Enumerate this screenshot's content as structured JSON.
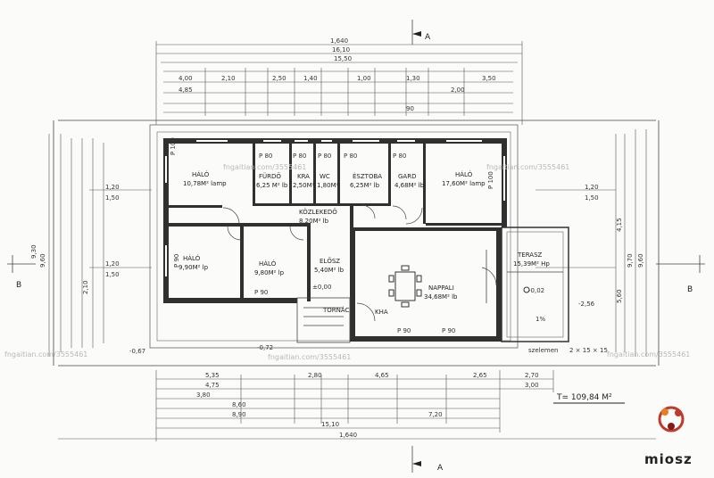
{
  "section_marks": {
    "a_top": "A",
    "a_bottom": "A",
    "b_left": "B",
    "b_right": "B"
  },
  "rooms": [
    {
      "name": "HÁLÓ",
      "area": "10,78M² lamp"
    },
    {
      "name": "HÁLÓ",
      "area": "9,90M² lp"
    },
    {
      "name": "HÁLÓ",
      "area": "9,80M² lp"
    },
    {
      "name": "FÜRDŐ",
      "area": "6,25 M² lb"
    },
    {
      "name": "KRA",
      "area": "2,50M²"
    },
    {
      "name": "WC",
      "area": "1,80M²"
    },
    {
      "name": "ÉSZTOBA",
      "area": "6,25M² lb"
    },
    {
      "name": "GARD",
      "area": "4,68M² lb"
    },
    {
      "name": "HÁLÓ",
      "area": "17,60M² lamp"
    },
    {
      "name": "KÖZLEKEDŐ",
      "area": "8,20M² lb"
    },
    {
      "name": "ELŐSZ",
      "area": "5,40M² lb"
    },
    {
      "name": "NAPPALI",
      "area": "34,68M² lb"
    },
    {
      "name": "TERASZ",
      "area": "15,39M² Hp"
    },
    {
      "name": "KHA",
      "area": ""
    },
    {
      "name": "TORNÁC",
      "area": ""
    }
  ],
  "top_dims": [
    "1,640",
    "16,10",
    "15,50",
    "4,85",
    "4,00",
    "2,10",
    "2,50",
    "1,40",
    "1,00",
    "1,30",
    "3,50",
    "2,00",
    "90"
  ],
  "bottom_dims": [
    "5,35",
    "4,75",
    "3,80",
    "8,60",
    "8,90",
    "7,20",
    "15,10",
    "1,640",
    "2,80",
    "4,65",
    "2,65",
    "2,70",
    "3,00"
  ],
  "left_dims": [
    "9,30",
    "9,60",
    "2,10",
    "1,20",
    "1,50"
  ],
  "right_dims": [
    "9,60",
    "9,70",
    "4,15",
    "5,60",
    "1,50",
    "1,20"
  ],
  "levels": [
    "-0,72",
    "-0,67",
    "±0,00",
    "-0,02",
    "-2,56",
    "1%"
  ],
  "door_tags": [
    "P 80",
    "P 80",
    "P 80",
    "P 80",
    "P 80",
    "P 100",
    "P 100",
    "P 90",
    "P 90",
    "P 90",
    "P 90"
  ],
  "misc": {
    "szelemen": "szelemen",
    "slope_note": "2 × 15 × 15"
  },
  "total_area": "T= 109,84 M²",
  "watermark": "fngaitian.com/3555461",
  "logo": {
    "text": "miosz",
    "colors": [
      "#c0392b",
      "#e67e22",
      "#7f1d1d"
    ]
  }
}
